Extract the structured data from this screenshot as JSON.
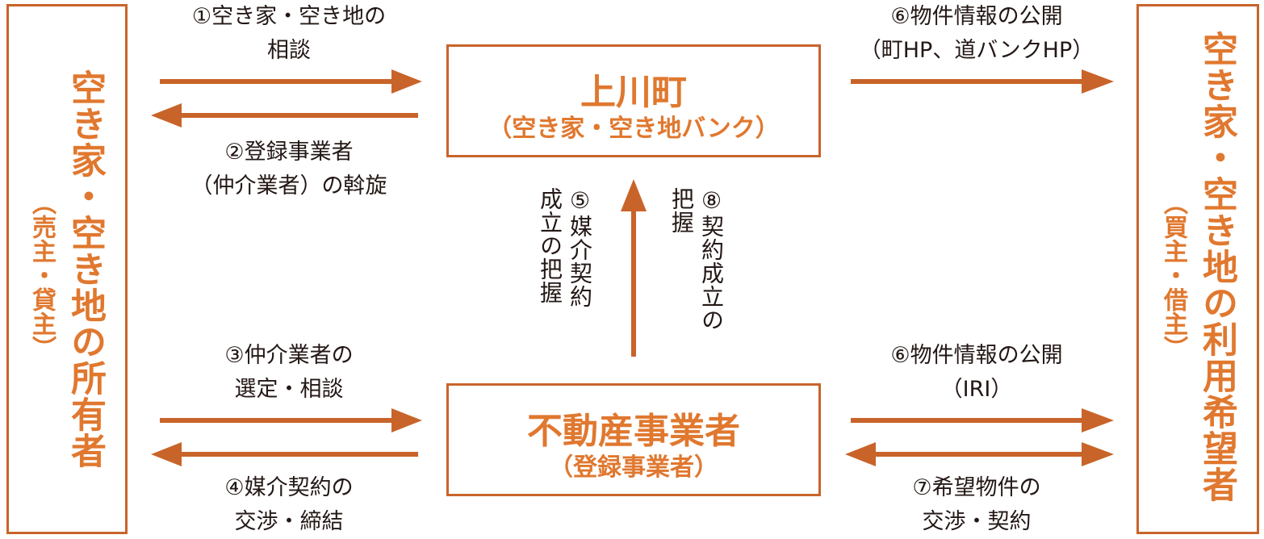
{
  "colors": {
    "accent": "#e0782f",
    "arrow": "#c8642a",
    "border": "#c8642a",
    "text": "#231815"
  },
  "owner_box": {
    "title": "空き家・空き地の所有者",
    "subtitle": "（売主・貸主）"
  },
  "user_box": {
    "title": "空き家・空き地の利用希望者",
    "subtitle": "（買主・借主）"
  },
  "town_box": {
    "title": "上川町",
    "subtitle": "（空き家・空き地バンク）"
  },
  "realtor_box": {
    "title": "不動産事業者",
    "subtitle": "（登録事業者）"
  },
  "flows": {
    "f1": {
      "line1": "①空き家・空き地の",
      "line2": "相談"
    },
    "f2": {
      "line1": "②登録事業者",
      "line2": "（仲介業者）の斡旋"
    },
    "f3": {
      "line1": "③仲介業者の",
      "line2": "選定・相談"
    },
    "f4": {
      "line1": "④媒介契約の",
      "line2": "交渉・締結"
    },
    "f5": {
      "line1": "⑤媒介契約",
      "line2": "成立の把握"
    },
    "f6a": {
      "line1": "⑥物件情報の公開",
      "line2": "（町HP、道バンクHP）"
    },
    "f6b": {
      "line1": "⑥物件情報の公開",
      "line2": "（IRI）"
    },
    "f7": {
      "line1": "⑦希望物件の",
      "line2": "交渉・契約"
    },
    "f8": {
      "line1": "⑧契約成立の",
      "line2": "把握"
    }
  }
}
